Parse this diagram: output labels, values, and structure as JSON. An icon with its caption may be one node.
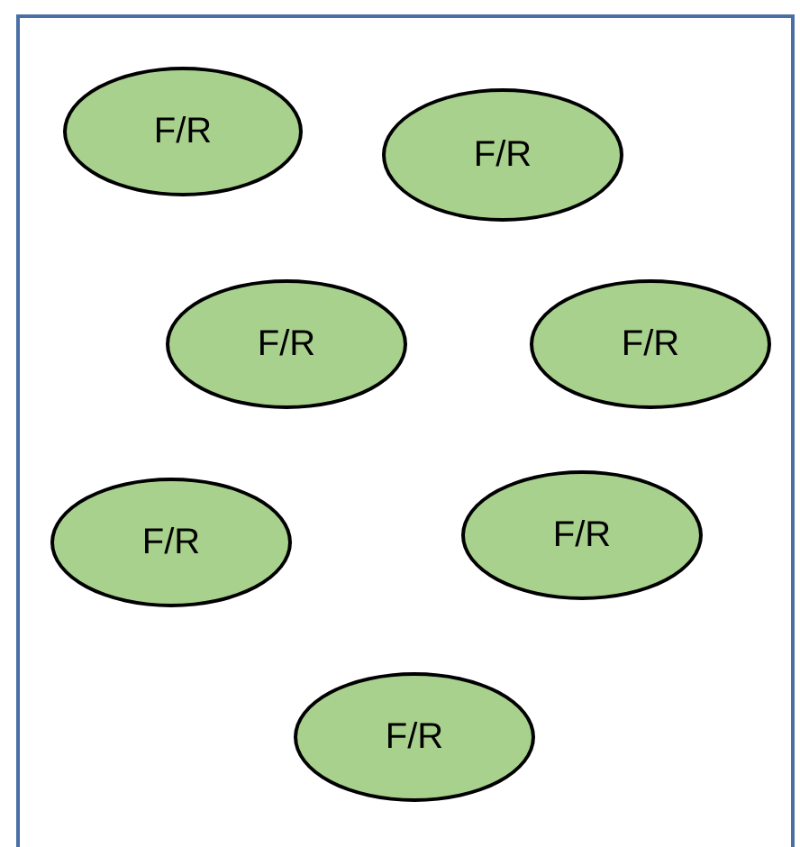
{
  "diagram": {
    "nodes": [
      {
        "text": [
          "F/R"
        ]
      },
      {
        "text": [
          "F/R"
        ]
      },
      {
        "text": [
          "F/R"
        ]
      },
      {
        "text": [
          "F/R"
        ]
      },
      {
        "text": [
          "F/R"
        ]
      },
      {
        "text": [
          "F/R"
        ]
      },
      {
        "text": [
          "F/R"
        ]
      }
    ]
  }
}
